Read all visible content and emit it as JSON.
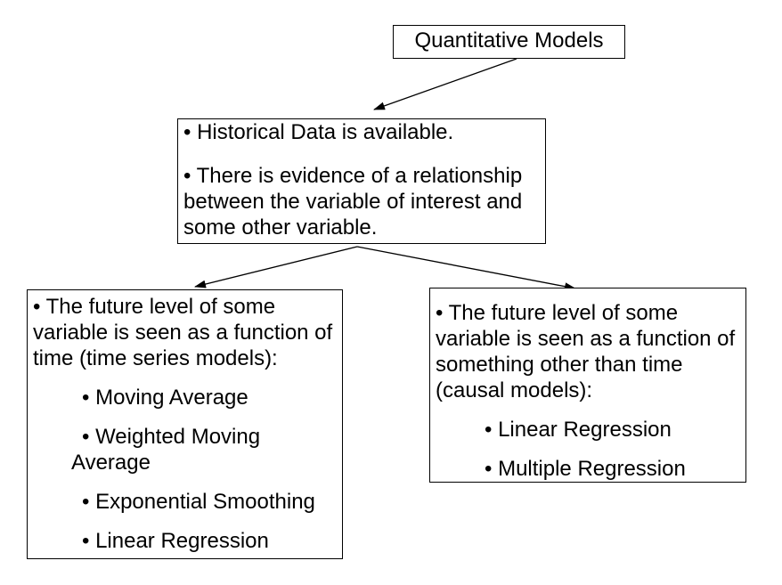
{
  "title_box": {
    "label": "Quantitative Models"
  },
  "conditions_box": {
    "bullets": [
      "• Historical Data is available.",
      "• There is evidence of a relationship between the variable of interest and some other variable."
    ]
  },
  "time_series_box": {
    "intro": "• The future level of some variable is seen as a function of time (time series models):",
    "models": [
      "• Moving Average",
      "• Weighted Moving Average",
      "• Exponential Smoothing",
      "• Linear Regression"
    ]
  },
  "causal_box": {
    "intro": "• The future level of some variable is seen as a function of something other than time (causal models):",
    "models": [
      "• Linear Regression",
      "• Multiple Regression"
    ]
  },
  "colors": {
    "ink": "#000000",
    "paper": "#ffffff"
  }
}
